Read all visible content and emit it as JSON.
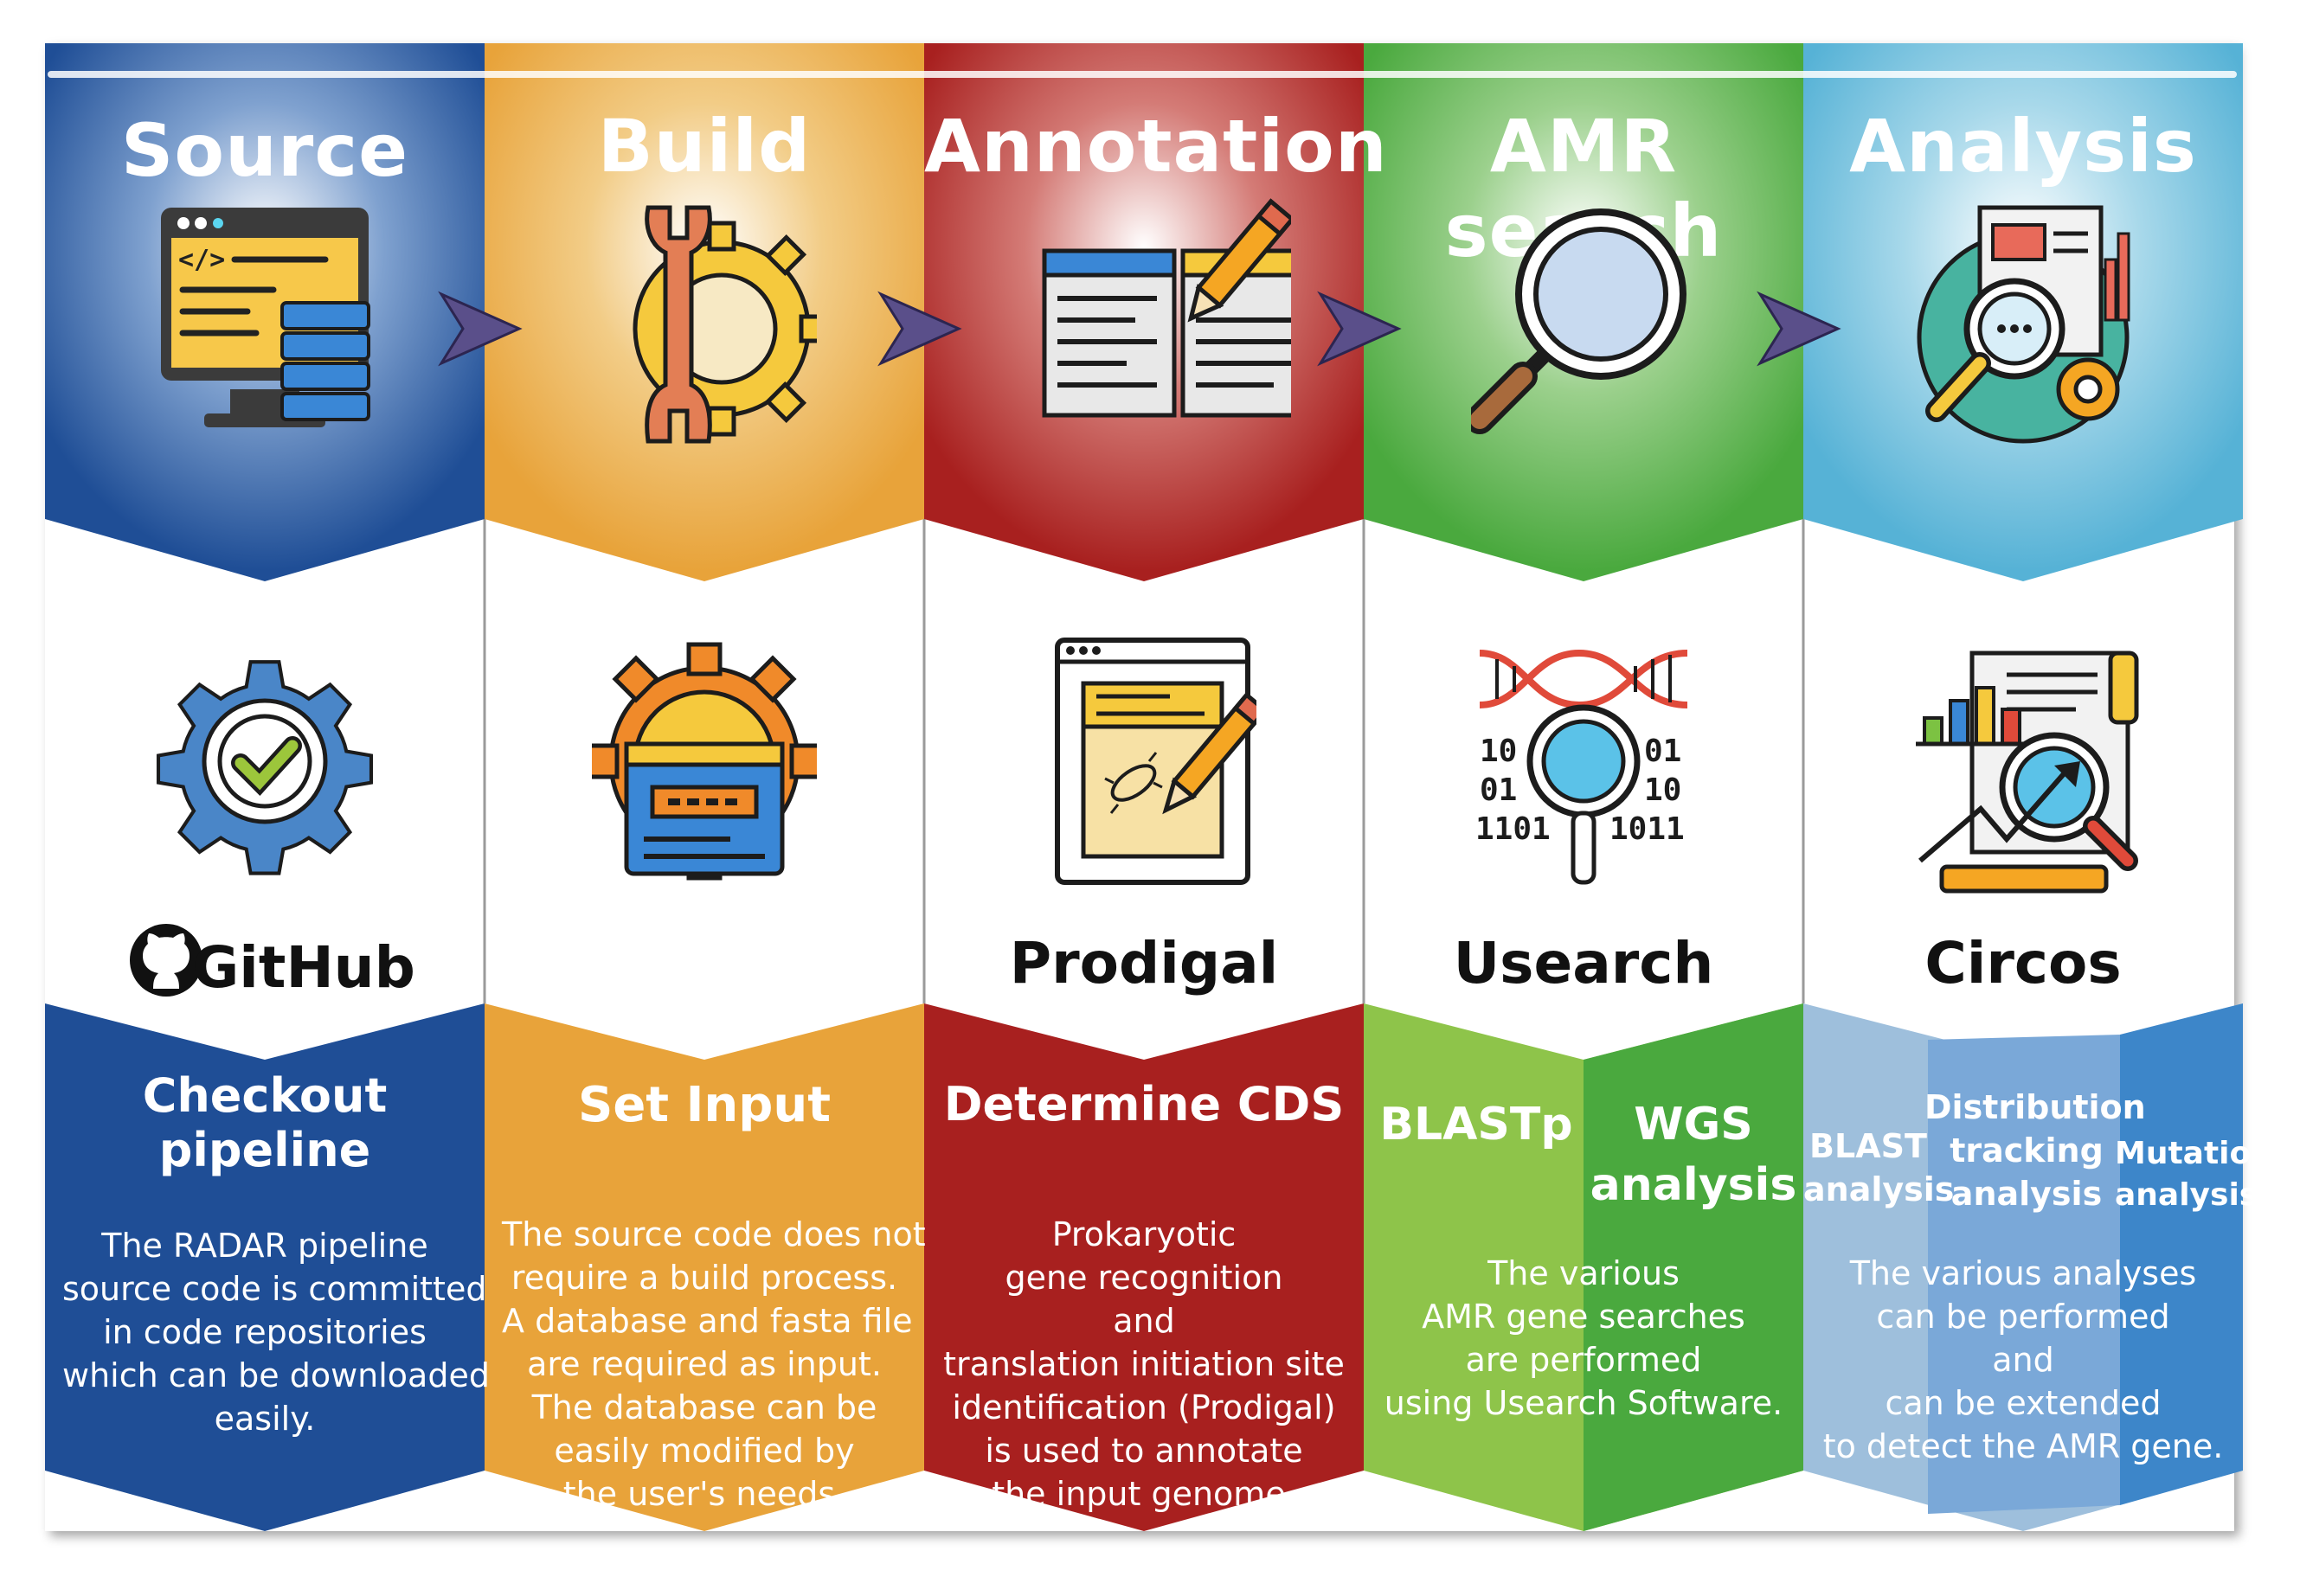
{
  "colors": {
    "source": "#1f4e96",
    "build": "#e8a33a",
    "annotation": "#a8201f",
    "amr": "#4aa93e",
    "amr_light": "#8ec44a",
    "analysis": "#56b2d6",
    "analysis_sub1": "#9ebfdc",
    "analysis_sub2": "#7aa8d8",
    "analysis_sub3": "#3d86c9",
    "arrow": "#5a4f8a"
  },
  "stages": [
    {
      "title": "Source",
      "tool": "GitHub",
      "step": "Checkout pipeline",
      "desc": [
        "The RADAR pipeline",
        "source code is committed",
        "in code repositories",
        "which can be downloaded",
        "easily."
      ],
      "top_icon": "monitor-code-icon",
      "mid_icon": "gear-check-icon"
    },
    {
      "title": "Build",
      "tool": "",
      "step": "Set Input",
      "desc": [
        "The source code does not",
        "require a build process.",
        "A database and fasta file",
        "are required as input.",
        "The database can be",
        "easily modified by",
        "the user's needs."
      ],
      "top_icon": "wrench-gear-icon",
      "mid_icon": "gear-window-icon"
    },
    {
      "title": "Annotation",
      "tool": "Prodigal",
      "step": "Determine CDS",
      "desc": [
        "Prokaryotic",
        "gene recognition",
        "and",
        "translation initiation site",
        "identification (Prodigal)",
        "is used to annotate",
        "the input genome."
      ],
      "top_icon": "book-pencil-icon",
      "mid_icon": "document-pencil-icon"
    },
    {
      "title": "AMR search",
      "tool": "Usearch",
      "step": "",
      "subs": [
        "BLASTp",
        "WGS analysis"
      ],
      "desc": [
        "The various",
        "AMR gene searches",
        "are performed",
        "using Usearch Software."
      ],
      "top_icon": "magnifier-icon",
      "mid_icon": "dna-search-icon"
    },
    {
      "title": "Analysis",
      "tool": "Circos",
      "step": "",
      "subs": [
        "BLAST analysis",
        "Distribution tracking analysis",
        "Mutation analysis"
      ],
      "desc": [
        "The various analyses",
        "can be performed",
        "and",
        "can be extended",
        "to detect the AMR gene."
      ],
      "top_icon": "report-magnifier-icon",
      "mid_icon": "chart-magnifier-icon"
    }
  ]
}
